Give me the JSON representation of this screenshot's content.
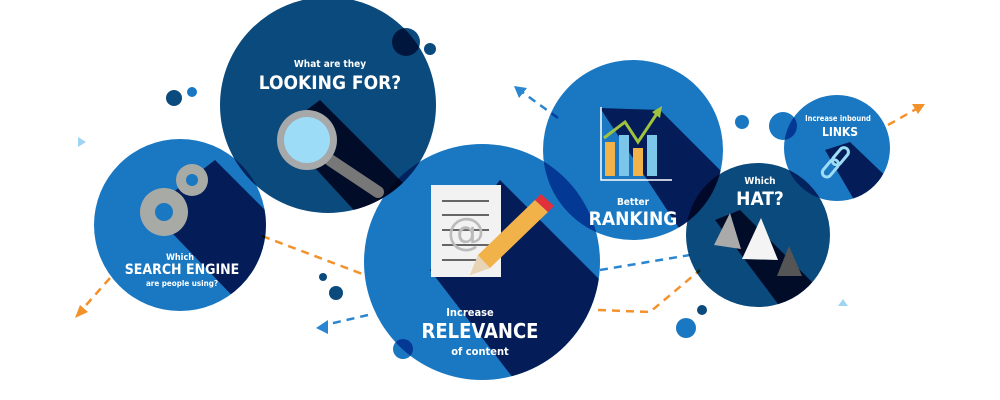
{
  "colors": {
    "light_blue": "#1a78c2",
    "dark_blue": "#0b4a7c",
    "shadow": "#203a72",
    "orange": "#f3922b",
    "arrow_blue": "#2a86d0"
  },
  "bubbles": {
    "search_engine": {
      "line1": "Which",
      "line2": "SEARCH ENGINE",
      "line3": "are people using?",
      "icon": "gears-icon"
    },
    "looking_for": {
      "line1": "What are they",
      "line2": "LOOKING FOR?",
      "icon": "magnifying-glass-icon"
    },
    "relevance": {
      "line1": "Increase",
      "line2": "RELEVANCE",
      "line3": "of content",
      "icon": "document-pencil-icon"
    },
    "ranking": {
      "line1": "Better",
      "line2": "RANKING",
      "icon": "bar-chart-icon"
    },
    "hat": {
      "line1": "Which",
      "line2": "HAT?",
      "icon": "cones-icon"
    },
    "links": {
      "line1": "Increase inbound",
      "line2": "LINKS",
      "icon": "chain-link-icon"
    }
  }
}
